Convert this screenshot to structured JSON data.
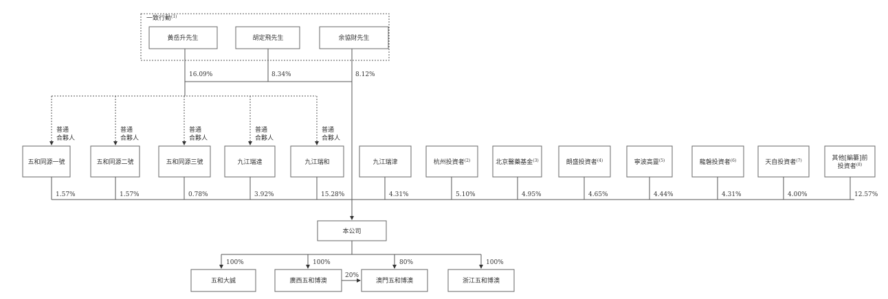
{
  "concert_group": {
    "label": "一致行動",
    "note": "(1)",
    "persons": [
      {
        "name": "黃岳升先生",
        "pct": "16.09%"
      },
      {
        "name": "胡定飛先生",
        "pct": "8.34%"
      },
      {
        "name": "余協財先生",
        "pct": "8.12%"
      }
    ]
  },
  "gp_label": [
    "普通",
    "合夥人"
  ],
  "shareholders": [
    {
      "name": "五和同源一號",
      "note": "",
      "pct": "1.57%"
    },
    {
      "name": "五和同源二號",
      "note": "",
      "pct": "1.57%"
    },
    {
      "name": "五和同源三號",
      "note": "",
      "pct": "0.78%"
    },
    {
      "name": "九江瑞達",
      "note": "",
      "pct": "3.92%"
    },
    {
      "name": "九江瑞和",
      "note": "",
      "pct": "15.28%"
    },
    {
      "name": "九江瑞津",
      "note": "",
      "pct": "4.31%"
    },
    {
      "name": "杭州投資者",
      "note": "(2)",
      "pct": "5.10%"
    },
    {
      "name": "北京醫藥基金",
      "note": "(3)",
      "pct": "4.95%"
    },
    {
      "name": "朗盛投資者",
      "note": "(4)",
      "pct": "4.65%"
    },
    {
      "name": "寧波高靈",
      "note": "(5)",
      "pct": "4.44%"
    },
    {
      "name": "龍磐投資者",
      "note": "(6)",
      "pct": "4.31%"
    },
    {
      "name": "天自投資者",
      "note": "(7)",
      "pct": "4.00%"
    },
    {
      "name": "其他[編纂]前",
      "name2": "投資者",
      "note": "(8)",
      "pct": "12.57%"
    }
  ],
  "company": "本公司",
  "subsidiaries": [
    {
      "name": "五和大誠",
      "pct": "100%"
    },
    {
      "name": "廣西五和博澳",
      "pct": "100%"
    },
    {
      "name": "澳門五和博澳",
      "pct": "80%"
    },
    {
      "name": "浙江五和博澳",
      "pct": "100%"
    }
  ],
  "cross_holding_pct": "20%"
}
